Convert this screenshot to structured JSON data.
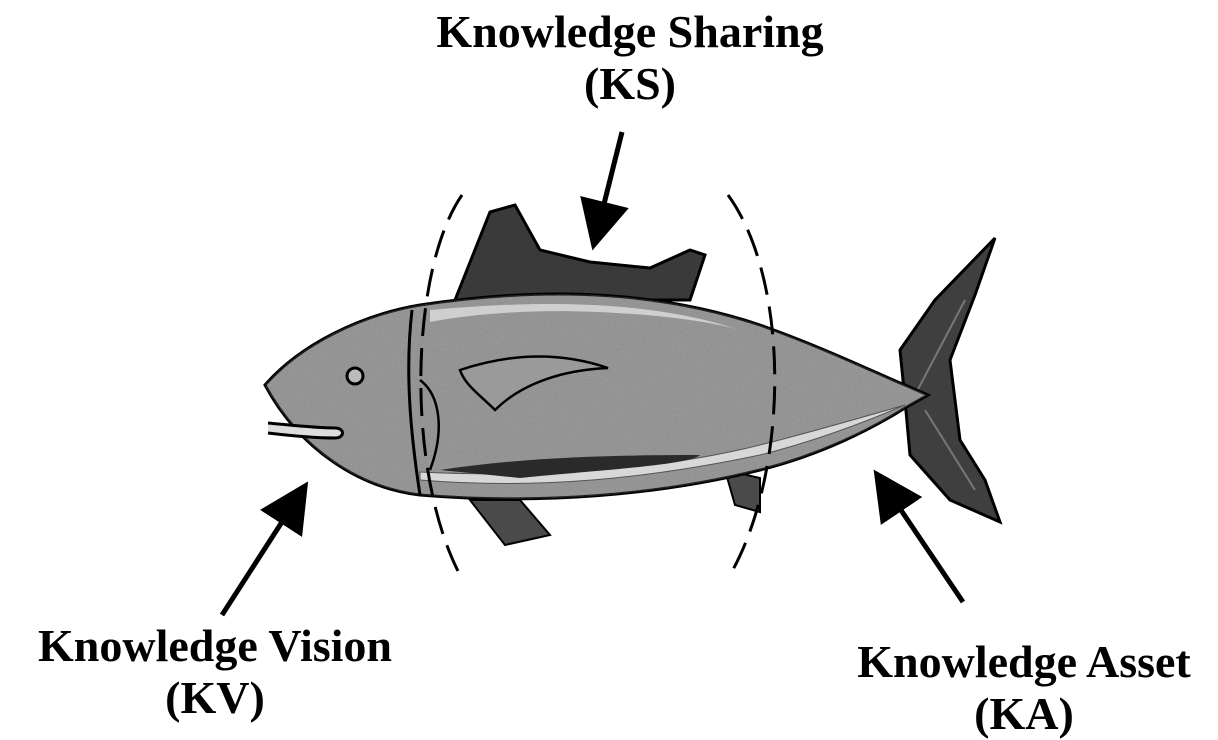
{
  "labels": {
    "ks": {
      "name": "Knowledge Sharing",
      "abbr": "(KS)"
    },
    "kv": {
      "name": "Knowledge Vision",
      "abbr": "(KV)"
    },
    "ka": {
      "name": "Knowledge Asset",
      "abbr": "(KA)"
    }
  },
  "colors": {
    "ink": "#000000",
    "fish_body": "#8c8c8c",
    "fish_dark": "#3a3a3a",
    "fish_light": "#d8d8d8",
    "background": "#ffffff"
  }
}
